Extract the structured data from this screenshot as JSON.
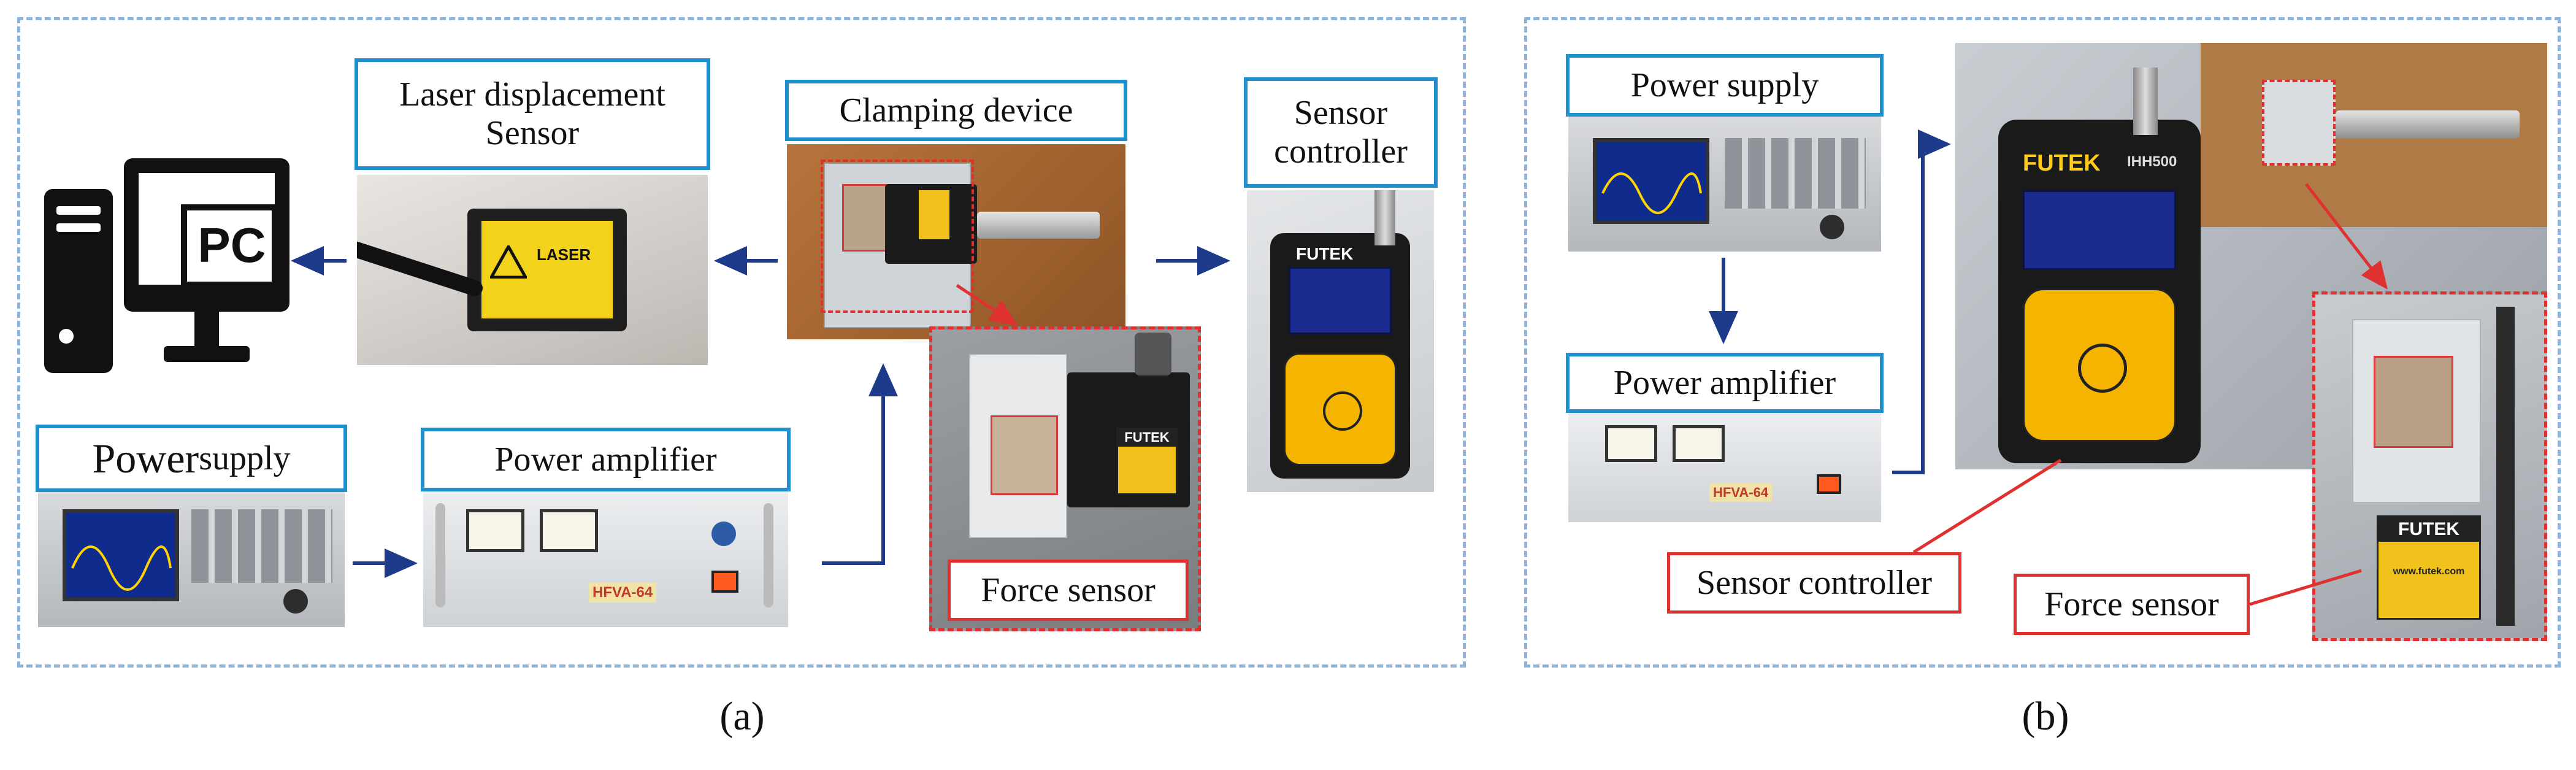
{
  "panel_a": {
    "caption": "(a)",
    "labels": {
      "laser": "Laser displacement\nSensor",
      "clamping": "Clamping device",
      "sensor_controller": "Sensor\ncontroller",
      "power_supply_big": "Power",
      "power_supply_small": " supply",
      "power_amplifier": "Power amplifier",
      "force_sensor": "Force sensor"
    },
    "pc_icon_text": "PC"
  },
  "panel_b": {
    "caption": "(b)",
    "labels": {
      "power_supply": "Power supply",
      "power_amplifier": "Power amplifier",
      "sensor_controller": "Sensor controller",
      "force_sensor": "Force sensor"
    }
  },
  "device_text": {
    "brand": "FUTEK",
    "model": "IHH500",
    "amp_brand": "HFVA-64",
    "laser_text": "LASER",
    "url": "www.futek.com"
  },
  "colors": {
    "frame_dash": "#8fb4dc",
    "label_blue": "#1f8fcf",
    "label_red": "#e03131",
    "arrow": "#1d3b8a",
    "futek_yellow": "#f4b400"
  }
}
